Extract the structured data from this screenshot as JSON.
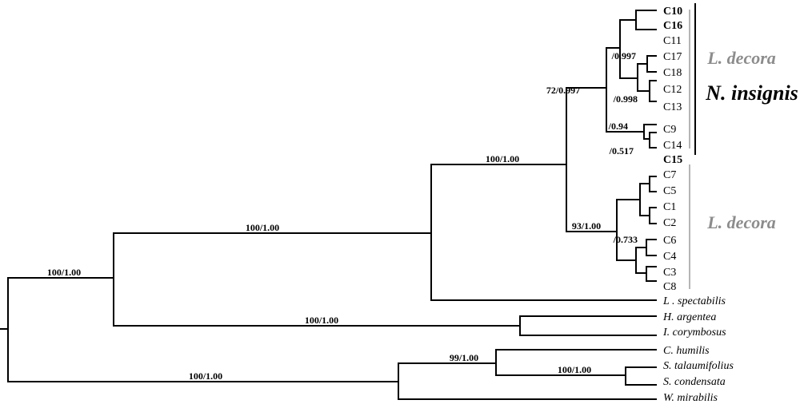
{
  "colors": {
    "branch": "#000000",
    "group_gray": "#8c8c8c",
    "bracket_gray": "#b5b5b5",
    "black": "#000000"
  },
  "tips": [
    {
      "id": "C10",
      "label": "C10",
      "bold": true,
      "italic": false
    },
    {
      "id": "C16",
      "label": "C16",
      "bold": true,
      "italic": false
    },
    {
      "id": "C11",
      "label": "C11",
      "bold": false,
      "italic": false
    },
    {
      "id": "C17",
      "label": "C17",
      "bold": false,
      "italic": false
    },
    {
      "id": "C18",
      "label": "C18",
      "bold": false,
      "italic": false
    },
    {
      "id": "C12",
      "label": "C12",
      "bold": false,
      "italic": false
    },
    {
      "id": "C13",
      "label": "C13",
      "bold": false,
      "italic": false
    },
    {
      "id": "C9",
      "label": "C9",
      "bold": false,
      "italic": false
    },
    {
      "id": "C14",
      "label": "C14",
      "bold": false,
      "italic": false
    },
    {
      "id": "C15",
      "label": "C15",
      "bold": true,
      "italic": false
    },
    {
      "id": "C7",
      "label": "C7",
      "bold": false,
      "italic": false
    },
    {
      "id": "C5",
      "label": "C5",
      "bold": false,
      "italic": false
    },
    {
      "id": "C1",
      "label": "C1",
      "bold": false,
      "italic": false
    },
    {
      "id": "C2",
      "label": "C2",
      "bold": false,
      "italic": false
    },
    {
      "id": "C6",
      "label": "C6",
      "bold": false,
      "italic": false
    },
    {
      "id": "C4",
      "label": "C4",
      "bold": false,
      "italic": false
    },
    {
      "id": "C3",
      "label": "C3",
      "bold": false,
      "italic": false
    },
    {
      "id": "C8",
      "label": "C8",
      "bold": false,
      "italic": false
    },
    {
      "id": "Lspec",
      "label": "L . spectabilis",
      "bold": false,
      "italic": true
    },
    {
      "id": "Harg",
      "label": "H. argentea",
      "bold": false,
      "italic": true
    },
    {
      "id": "Icor",
      "label": "I. corymbosus",
      "bold": false,
      "italic": true
    },
    {
      "id": "Chum",
      "label": "C. humilis",
      "bold": false,
      "italic": true
    },
    {
      "id": "Stal",
      "label": "S. talaumifolius",
      "bold": false,
      "italic": true
    },
    {
      "id": "Scon",
      "label": "S. condensata",
      "bold": false,
      "italic": true
    },
    {
      "id": "Wmir",
      "label": "W. mirabilis",
      "bold": false,
      "italic": true
    }
  ],
  "support_labels": [
    {
      "id": "root_top",
      "text": "100/1.00"
    },
    {
      "id": "ingroup",
      "text": "100/1.00"
    },
    {
      "id": "decora_insignis",
      "text": "100/1.00"
    },
    {
      "id": "clade_a",
      "text": "72/0.997"
    },
    {
      "id": "clade_b",
      "text": "93/1.00"
    },
    {
      "id": "sub_a1",
      "text": "/0.997"
    },
    {
      "id": "sub_a2",
      "text": "/0.998"
    },
    {
      "id": "sub_a3",
      "text": "/0.94"
    },
    {
      "id": "sub_a3b",
      "text": "/0.517"
    },
    {
      "id": "sub_b1",
      "text": "/0.733"
    },
    {
      "id": "h_i",
      "text": "100/1.00"
    },
    {
      "id": "outgroup",
      "text": "100/1.00"
    },
    {
      "id": "cs",
      "text": "99/1.00"
    },
    {
      "id": "ss",
      "text": "100/1.00"
    }
  ],
  "groups": [
    {
      "id": "ldecora_top",
      "label": "L. decora",
      "color": "gray"
    },
    {
      "id": "ninsignis",
      "label": "N. insignis",
      "color": "black"
    },
    {
      "id": "ldecora_bottom",
      "label": "L. decora",
      "color": "gray"
    }
  ]
}
